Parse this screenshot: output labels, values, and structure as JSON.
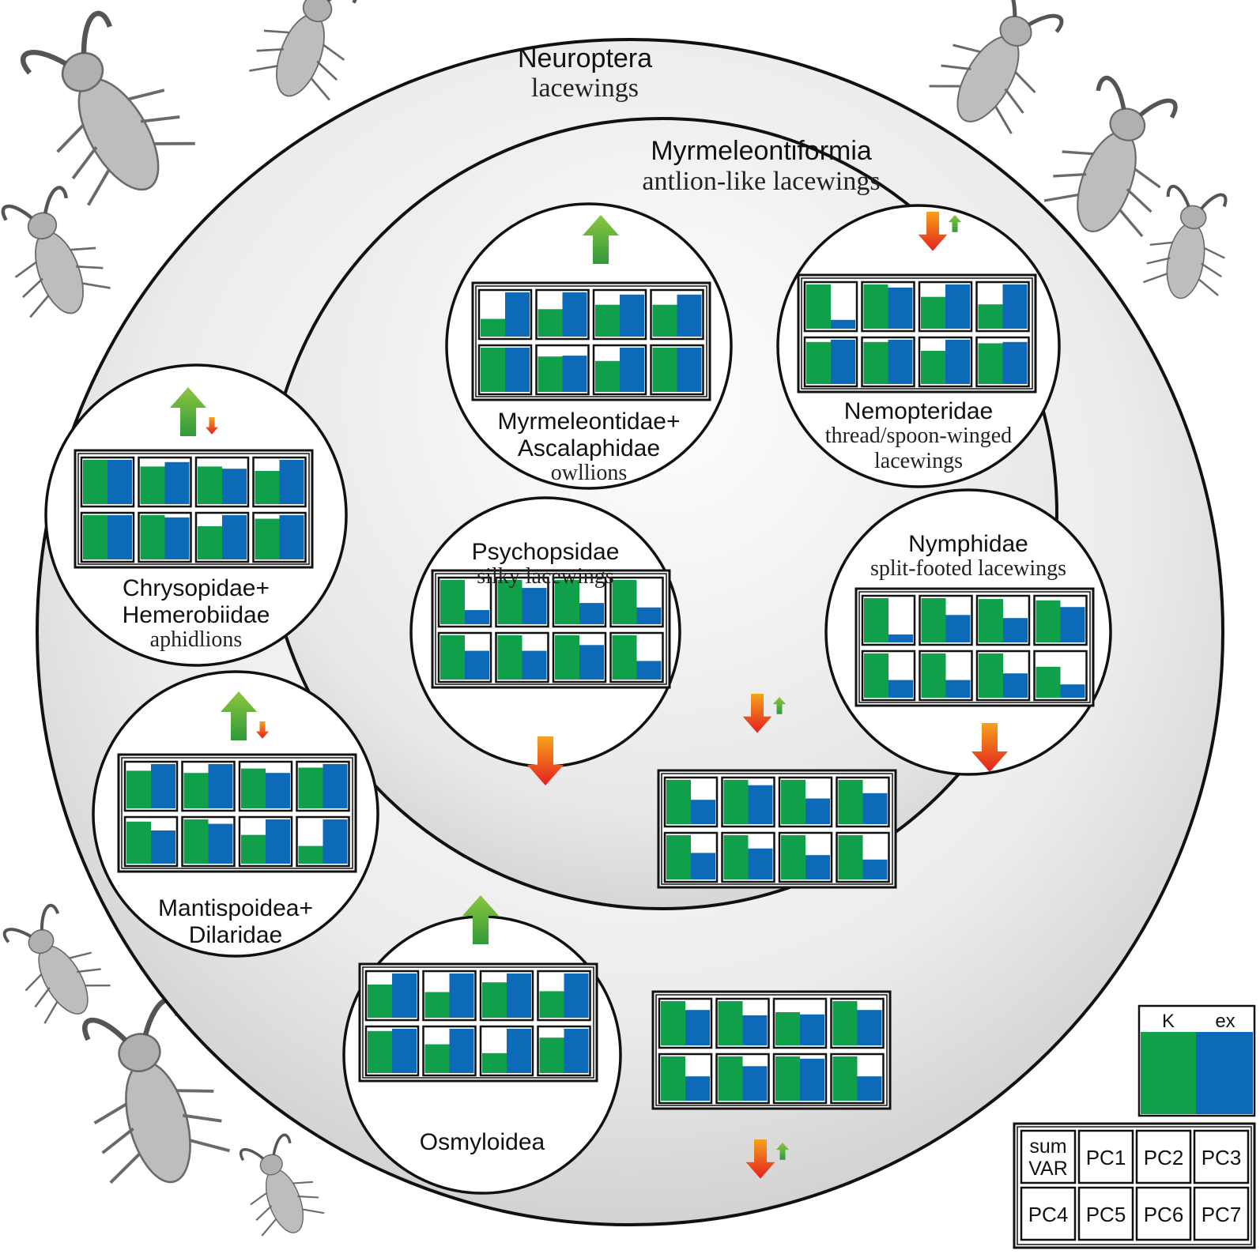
{
  "colors": {
    "K": "#11a04a",
    "ex": "#0d6ab8",
    "up": "#59b033",
    "down": "#e8301f",
    "outline": "#111111"
  },
  "outer": {
    "title": "Neuroptera",
    "subtitle": "lacewings"
  },
  "inner": {
    "title": "Myrmeleontiformia",
    "subtitle": "antlion-like lacewings"
  },
  "groups": [
    {
      "id": "myrmeleontidae",
      "lines": [
        "Myrmeleontidae+",
        "Ascalaphidae"
      ],
      "sub": [
        "owllions"
      ],
      "arrows": "up",
      "cells": [
        [
          0.4,
          1.0
        ],
        [
          0.62,
          1.0
        ],
        [
          0.72,
          0.95
        ],
        [
          0.72,
          0.95
        ],
        [
          1.0,
          1.0
        ],
        [
          0.8,
          0.82
        ],
        [
          0.7,
          1.0
        ],
        [
          1.0,
          1.0
        ]
      ]
    },
    {
      "id": "nemopteridae",
      "lines": [
        "Nemopteridae"
      ],
      "sub": [
        "thread/spoon-winged",
        "lacewings"
      ],
      "arrows": "down-up",
      "cells": [
        [
          1.0,
          0.2
        ],
        [
          1.0,
          0.93
        ],
        [
          0.72,
          1.0
        ],
        [
          0.55,
          1.0
        ],
        [
          0.95,
          1.0
        ],
        [
          0.95,
          1.0
        ],
        [
          0.75,
          1.0
        ],
        [
          0.92,
          0.95
        ]
      ]
    },
    {
      "id": "chrysopidae",
      "lines": [
        "Chrysopidae+",
        "Hemerobiidae"
      ],
      "sub": [
        "aphidlions"
      ],
      "arrows": "up-down",
      "cells": [
        [
          1.0,
          1.0
        ],
        [
          0.85,
          0.95
        ],
        [
          0.85,
          0.8
        ],
        [
          0.75,
          1.0
        ],
        [
          1.0,
          1.0
        ],
        [
          1.0,
          0.95
        ],
        [
          0.75,
          1.0
        ],
        [
          0.92,
          1.0
        ]
      ]
    },
    {
      "id": "psychopsidae",
      "lines": [
        "Psychopsidae"
      ],
      "sub": [
        "silky lacewings"
      ],
      "arrows": "down",
      "cells": [
        [
          1.0,
          0.32
        ],
        [
          1.0,
          0.82
        ],
        [
          1.0,
          0.48
        ],
        [
          1.0,
          0.38
        ],
        [
          1.0,
          0.65
        ],
        [
          1.0,
          0.65
        ],
        [
          1.0,
          0.78
        ],
        [
          1.0,
          0.42
        ]
      ]
    },
    {
      "id": "nymphidae",
      "lines": [
        "Nymphidae"
      ],
      "sub": [
        "split-footed lacewings"
      ],
      "arrows": "down",
      "cells": [
        [
          1.0,
          0.18
        ],
        [
          1.0,
          0.62
        ],
        [
          0.98,
          0.55
        ],
        [
          0.95,
          0.8
        ],
        [
          1.0,
          0.4
        ],
        [
          1.0,
          0.4
        ],
        [
          1.0,
          0.55
        ],
        [
          0.7,
          0.3
        ]
      ]
    },
    {
      "id": "mantispoidea",
      "lines": [
        "Mantispoidea+",
        "Dilaridae"
      ],
      "sub": [],
      "arrows": "up-down",
      "cells": [
        [
          0.85,
          1.0
        ],
        [
          0.8,
          1.0
        ],
        [
          0.9,
          0.8
        ],
        [
          0.92,
          1.0
        ],
        [
          0.95,
          0.75
        ],
        [
          1.0,
          0.9
        ],
        [
          0.65,
          1.0
        ],
        [
          0.4,
          1.0
        ]
      ]
    },
    {
      "id": "osmyloidea",
      "lines": [
        "Osmyloidea"
      ],
      "sub": [],
      "arrows": "up",
      "cells": [
        [
          0.75,
          1.0
        ],
        [
          0.58,
          1.0
        ],
        [
          0.8,
          1.0
        ],
        [
          0.6,
          1.0
        ],
        [
          0.95,
          1.0
        ],
        [
          0.65,
          1.0
        ],
        [
          0.45,
          1.0
        ],
        [
          0.8,
          1.0
        ]
      ]
    }
  ],
  "extra_panels": [
    {
      "id": "myrmeleontiformia-summary",
      "arrows": "down-up",
      "cells": [
        [
          1.0,
          0.55
        ],
        [
          1.0,
          0.88
        ],
        [
          1.0,
          0.58
        ],
        [
          1.0,
          0.7
        ],
        [
          1.0,
          0.6
        ],
        [
          1.0,
          0.7
        ],
        [
          1.0,
          0.55
        ],
        [
          1.0,
          0.45
        ]
      ]
    },
    {
      "id": "neuroptera-summary",
      "arrows": "down-up",
      "cells": [
        [
          1.0,
          0.8
        ],
        [
          1.0,
          0.68
        ],
        [
          0.75,
          0.7
        ],
        [
          1.0,
          0.8
        ],
        [
          1.0,
          0.55
        ],
        [
          1.0,
          0.78
        ],
        [
          1.0,
          0.95
        ],
        [
          1.0,
          0.55
        ]
      ]
    }
  ],
  "legend": {
    "k_label": "K",
    "ex_label": "ex",
    "cells": [
      [
        "sum",
        "VAR"
      ],
      [
        "PC1"
      ],
      [
        "PC2"
      ],
      [
        "PC3"
      ],
      [
        "PC4"
      ],
      [
        "PC5"
      ],
      [
        "PC6"
      ],
      [
        "PC7"
      ]
    ]
  },
  "larvae_silhouettes": [
    "larva-silhouette"
  ]
}
